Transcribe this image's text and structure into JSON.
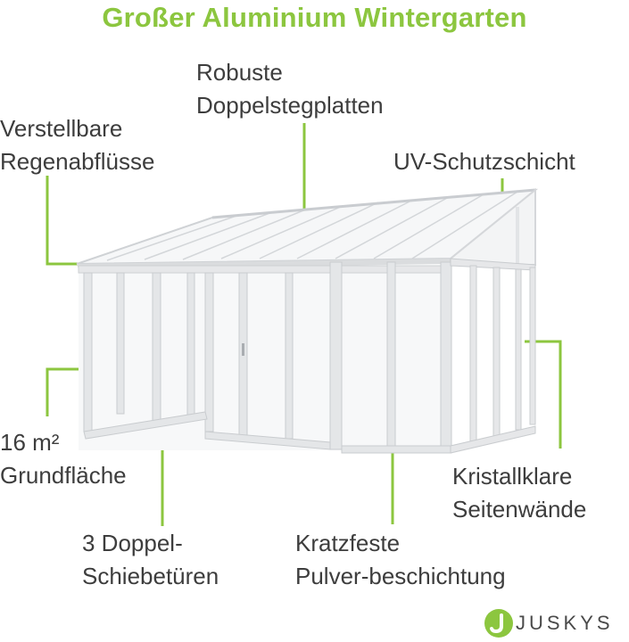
{
  "title": "Großer Aluminium Wintergarten",
  "colors": {
    "accent": "#8cc63f",
    "text": "#3d3d3d",
    "frame": "#e2e2e2"
  },
  "labels": {
    "roof_panels": [
      "Robuste",
      "Doppelstegplatten"
    ],
    "gutters": [
      "Verstellbare",
      "Regenabflüsse"
    ],
    "uv": [
      "UV-Schutzschicht"
    ],
    "area": [
      "16 m²",
      "Grundfläche"
    ],
    "doors": [
      "3 Doppel-",
      "Schiebetüren"
    ],
    "coating": [
      "Kratzfeste",
      "Pulver-beschichtung"
    ],
    "walls": [
      "Kristallklare",
      "Seitenwände"
    ]
  },
  "brand": {
    "name": "JUSKYS",
    "logo_icon": "juskys-logo-icon"
  }
}
